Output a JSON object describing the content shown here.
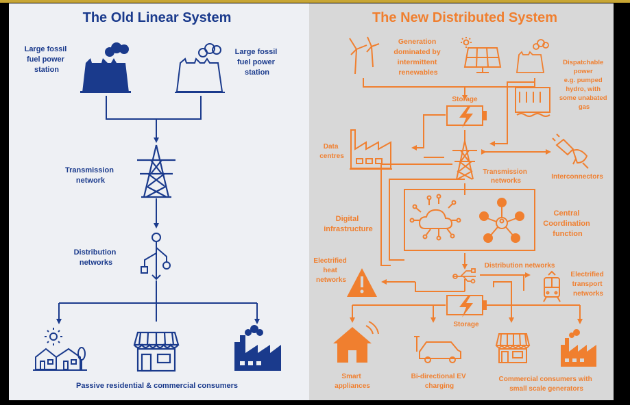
{
  "colors": {
    "blue": "#1a3a8c",
    "orange": "#f07f2f",
    "left_bg": "#eef0f4",
    "right_bg": "#d8d8d8"
  },
  "left": {
    "title": "The Old Linear System",
    "fossil_1": [
      "Large fossil",
      "fuel power",
      "station"
    ],
    "fossil_2": [
      "Large fossil",
      "fuel power",
      "station"
    ],
    "transmission": [
      "Transmission",
      "network"
    ],
    "distribution": [
      "Distribution",
      "networks"
    ],
    "consumers": "Passive residential & commercial consumers"
  },
  "right": {
    "title": "The New Distributed System",
    "generation": [
      "Generation",
      "dominated by",
      "intermittent",
      "renewables"
    ],
    "dispatchable": [
      "Dispatchable",
      "power",
      "e.g. pumped",
      "hydro, with",
      "some unabated",
      "gas"
    ],
    "storage_top": "Storage",
    "data_centres": [
      "Data",
      "centres"
    ],
    "transmission": [
      "Transmission",
      "networks"
    ],
    "interconnectors": "Interconnectors",
    "digital": [
      "Digital",
      "infrastructure"
    ],
    "central": [
      "Central",
      "Coordination",
      "function"
    ],
    "heat": [
      "Electrified",
      "heat",
      "networks"
    ],
    "distribution": "Distribution networks",
    "transport": [
      "Electrified",
      "transport",
      "networks"
    ],
    "storage_bottom": "Storage",
    "smart": [
      "Smart",
      "appliances"
    ],
    "ev": [
      "Bi-directional EV",
      "charging"
    ],
    "commercial": [
      "Commercial consumers with",
      "small scale generators"
    ]
  }
}
